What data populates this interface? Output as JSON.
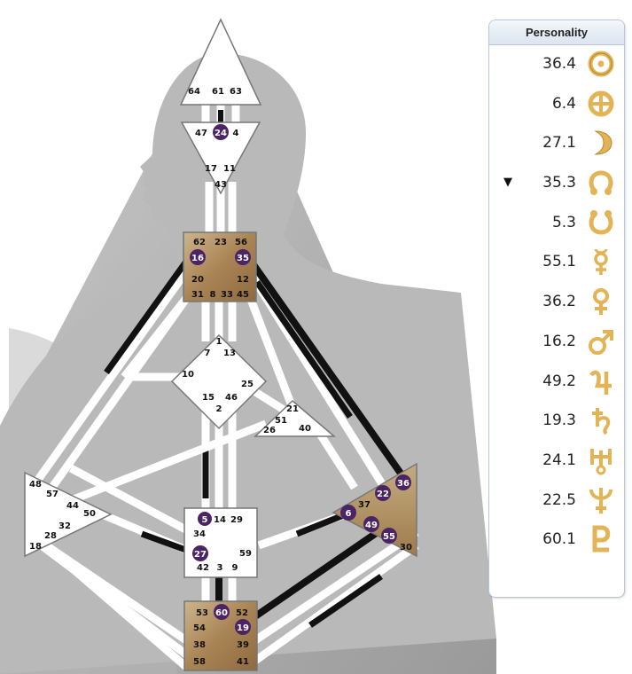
{
  "panel": {
    "title": "Personality",
    "rows": [
      {
        "value": "36.4",
        "icon": "sun-icon"
      },
      {
        "value": "6.4",
        "icon": "earth-icon"
      },
      {
        "value": "27.1",
        "icon": "moon-icon"
      },
      {
        "value": "35.3",
        "icon": "north-node-icon",
        "marker": "▼"
      },
      {
        "value": "5.3",
        "icon": "south-node-icon"
      },
      {
        "value": "55.1",
        "icon": "mercury-icon"
      },
      {
        "value": "36.2",
        "icon": "venus-icon"
      },
      {
        "value": "16.2",
        "icon": "mars-icon"
      },
      {
        "value": "49.2",
        "icon": "jupiter-icon"
      },
      {
        "value": "19.3",
        "icon": "saturn-icon"
      },
      {
        "value": "24.1",
        "icon": "uranus-icon"
      },
      {
        "value": "22.5",
        "icon": "neptune-icon"
      },
      {
        "value": "60.1",
        "icon": "pluto-icon"
      }
    ]
  },
  "colors": {
    "glyph_gold": "#e2b455",
    "glyph_gold_dark": "#b8862a",
    "active_gate": "#4b2466",
    "defined_center": "#a98455",
    "channel_defined": "#111111",
    "channel_open": "#ffffff"
  },
  "gates": {
    "head": [
      "64",
      "61",
      "63"
    ],
    "ajna": [
      "47",
      "24",
      "4",
      "17",
      "11",
      "43"
    ],
    "throat": [
      "62",
      "23",
      "56",
      "16",
      "35",
      "20",
      "12",
      "31",
      "8",
      "33",
      "45"
    ],
    "g": [
      "1",
      "7",
      "13",
      "10",
      "25",
      "15",
      "46",
      "2"
    ],
    "ego": [
      "21",
      "51",
      "26",
      "40"
    ],
    "spleen": [
      "48",
      "57",
      "44",
      "50",
      "32",
      "28",
      "18"
    ],
    "solar": [
      "36",
      "22",
      "37",
      "6",
      "49",
      "55",
      "30"
    ],
    "sacral": [
      "5",
      "14",
      "29",
      "34",
      "59",
      "27",
      "42",
      "3",
      "9"
    ],
    "root": [
      "53",
      "60",
      "52",
      "54",
      "19",
      "38",
      "39",
      "58",
      "41"
    ]
  }
}
